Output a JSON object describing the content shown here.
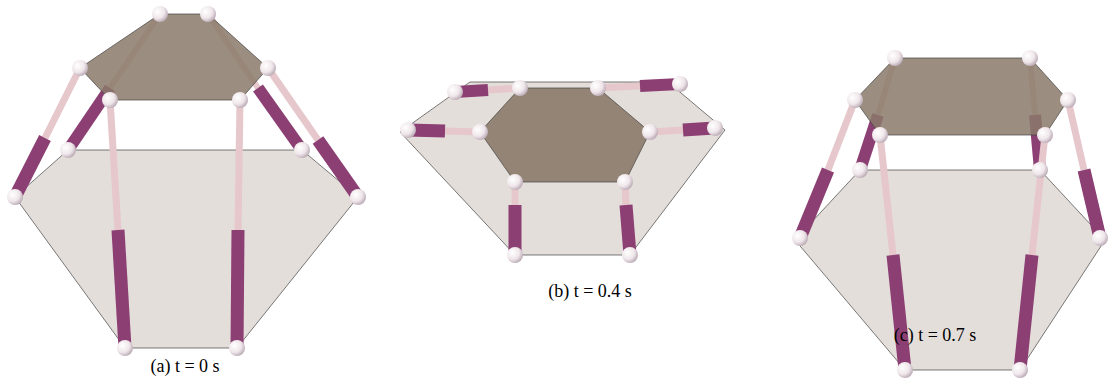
{
  "diagram": {
    "labels": [
      "(a) t = 0 s",
      "(b) t = 0.4 s",
      "(c) t = 0.7 s"
    ]
  }
}
